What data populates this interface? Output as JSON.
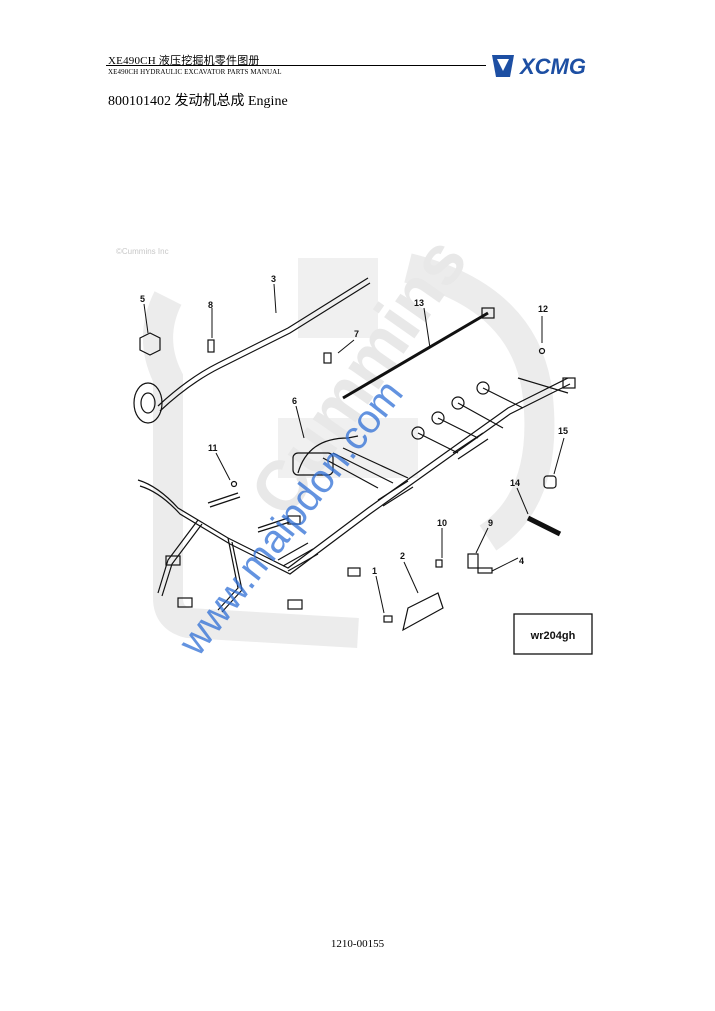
{
  "header": {
    "title": "XE490CH  液压挖掘机零件图册",
    "subtitle": "XE490CH HYDRAULIC EXCAVATOR PARTS MANUAL",
    "logo_text": "XCMG"
  },
  "section": {
    "title": "800101402 发动机总成 Engine"
  },
  "figure": {
    "copyright": "©Cummins Inc",
    "watermark": "www.maipdon.com",
    "background_logo": "Cummins",
    "callouts": [
      "1",
      "2",
      "3",
      "4",
      "5",
      "6",
      "7",
      "8",
      "9",
      "10",
      "11",
      "12",
      "13",
      "14",
      "15"
    ],
    "reference_box": "wr204gh"
  },
  "footer": {
    "page_number": "1210-00155"
  },
  "colors": {
    "brand_blue": "#1d4fa3",
    "watermark_blue": "#2f6fd6",
    "background_logo_gray": "#ececec"
  }
}
